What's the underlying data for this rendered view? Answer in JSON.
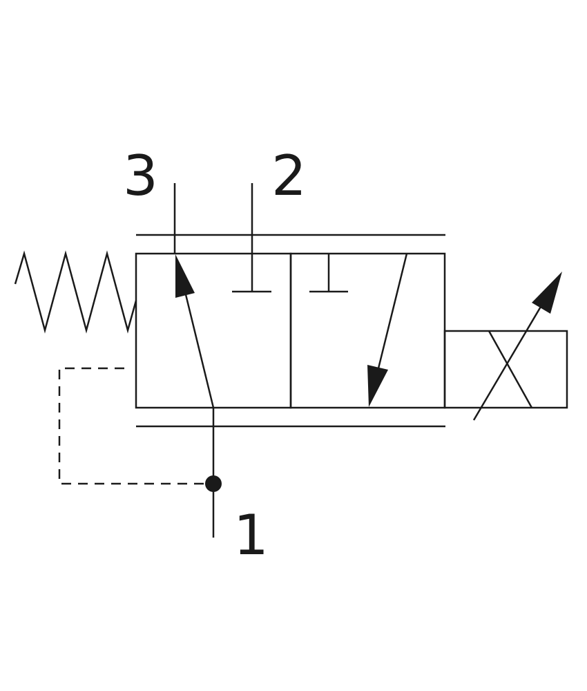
{
  "diagram": {
    "ports": {
      "port_3": "3",
      "port_2": "2",
      "port_1": "1"
    },
    "colors": {
      "line": "#1a1a1a",
      "background": "#ffffff"
    },
    "icons": [
      "spring-icon",
      "solenoid-actuator-icon",
      "variable-adjust-arrow-icon",
      "flow-arrow-icon",
      "blocked-port-icon",
      "pilot-line-icon",
      "junction-dot-icon"
    ]
  }
}
